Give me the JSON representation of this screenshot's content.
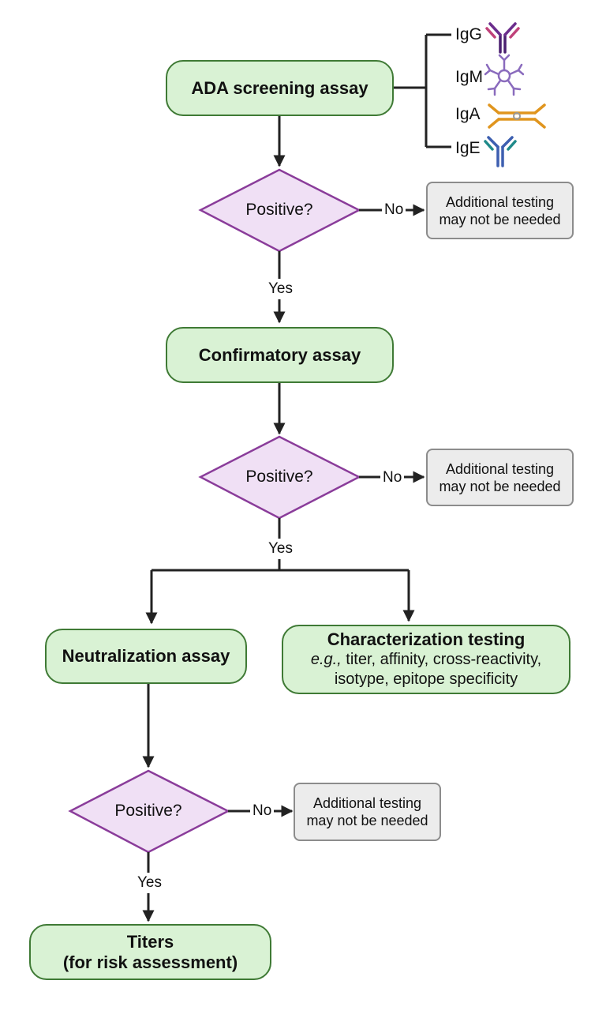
{
  "screening": {
    "label": "ADA screening assay"
  },
  "isotypes": {
    "igg": "IgG",
    "igm": "IgM",
    "iga": "IgA",
    "ige": "IgE"
  },
  "decision_1": {
    "question": "Positive?",
    "no": "No",
    "yes": "Yes",
    "no_outcome_line1": "Additional testing",
    "no_outcome_line2": "may not be needed"
  },
  "confirmatory": {
    "label": "Confirmatory assay"
  },
  "decision_2": {
    "question": "Positive?",
    "no": "No",
    "yes": "Yes",
    "no_outcome_line1": "Additional testing",
    "no_outcome_line2": "may not be needed"
  },
  "neutralization": {
    "label": "Neutralization assay"
  },
  "characterization": {
    "title": "Characterization testing",
    "eg": "e.g.,",
    "line1_rest": " titer, affinity, cross-reactivity,",
    "line2": "isotype, epitope specificity"
  },
  "decision_3": {
    "question": "Positive?",
    "no": "No",
    "yes": "Yes",
    "no_outcome_line1": "Additional testing",
    "no_outcome_line2": "may not be needed"
  },
  "titers": {
    "line1": "Titers",
    "line2": "(for risk assessment)"
  },
  "colors": {
    "process_fill": "#d9f2d4",
    "process_border": "#3f7a35",
    "decision_fill": "#f0e0f5",
    "decision_border": "#8a3c9a",
    "outcome_fill": "#ececec",
    "outcome_border": "#8c8c8c",
    "igg": "#6b2d8c",
    "igm": "#8a6bbd",
    "iga": "#e0951e",
    "ige": "#3d5fb0"
  }
}
